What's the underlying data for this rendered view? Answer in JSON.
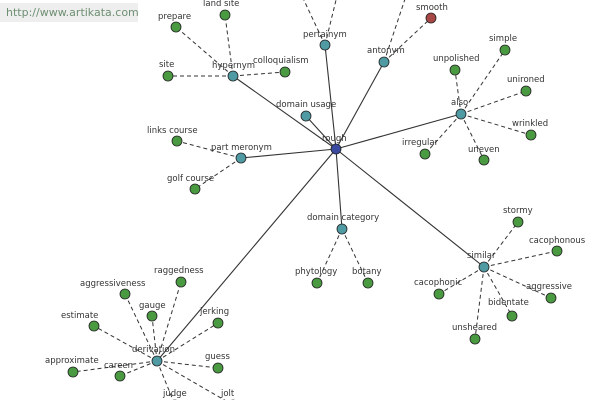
{
  "source_url": "http://www.artikata.com",
  "colors": {
    "central": "#3a4aa0",
    "relation": "#4f9aa3",
    "term": "#4a9a42",
    "highlight": "#a84846",
    "edge": "#333333"
  },
  "graph": {
    "center": {
      "id": "rough",
      "label": "rough",
      "kind": "central"
    },
    "relations": [
      {
        "id": "pertainym",
        "label": "pertainym",
        "terms": []
      },
      {
        "id": "antonym",
        "label": "antonym",
        "terms": [
          {
            "label": "smooth",
            "kind": "highlight"
          }
        ]
      },
      {
        "id": "hypernym",
        "label": "hypernym",
        "terms": [
          {
            "label": "land site"
          },
          {
            "label": "prepare"
          },
          {
            "label": "site"
          },
          {
            "label": "colloquialism"
          }
        ]
      },
      {
        "id": "domain-usage",
        "label": "domain usage",
        "terms": []
      },
      {
        "id": "also",
        "label": "also",
        "terms": [
          {
            "label": "unpolished"
          },
          {
            "label": "simple"
          },
          {
            "label": "unironed"
          },
          {
            "label": "wrinkled"
          },
          {
            "label": "uneven"
          },
          {
            "label": "irregular"
          }
        ]
      },
      {
        "id": "part-meronym",
        "label": "part meronym",
        "terms": [
          {
            "label": "links course"
          },
          {
            "label": "golf course"
          }
        ]
      },
      {
        "id": "domain-category",
        "label": "domain category",
        "terms": [
          {
            "label": "phytology"
          },
          {
            "label": "botany"
          }
        ]
      },
      {
        "id": "similar",
        "label": "similar",
        "terms": [
          {
            "label": "stormy"
          },
          {
            "label": "cacophonous"
          },
          {
            "label": "aggressive"
          },
          {
            "label": "bidentate"
          },
          {
            "label": "unsheared"
          },
          {
            "label": "cacophonic"
          }
        ]
      },
      {
        "id": "derivation",
        "label": "derivation",
        "terms": [
          {
            "label": "raggedness"
          },
          {
            "label": "aggressiveness"
          },
          {
            "label": "gauge"
          },
          {
            "label": "estimate"
          },
          {
            "label": "jerking"
          },
          {
            "label": "approximate"
          },
          {
            "label": "careen"
          },
          {
            "label": "guess"
          },
          {
            "label": "judge"
          },
          {
            "label": "jolt"
          }
        ]
      }
    ]
  }
}
